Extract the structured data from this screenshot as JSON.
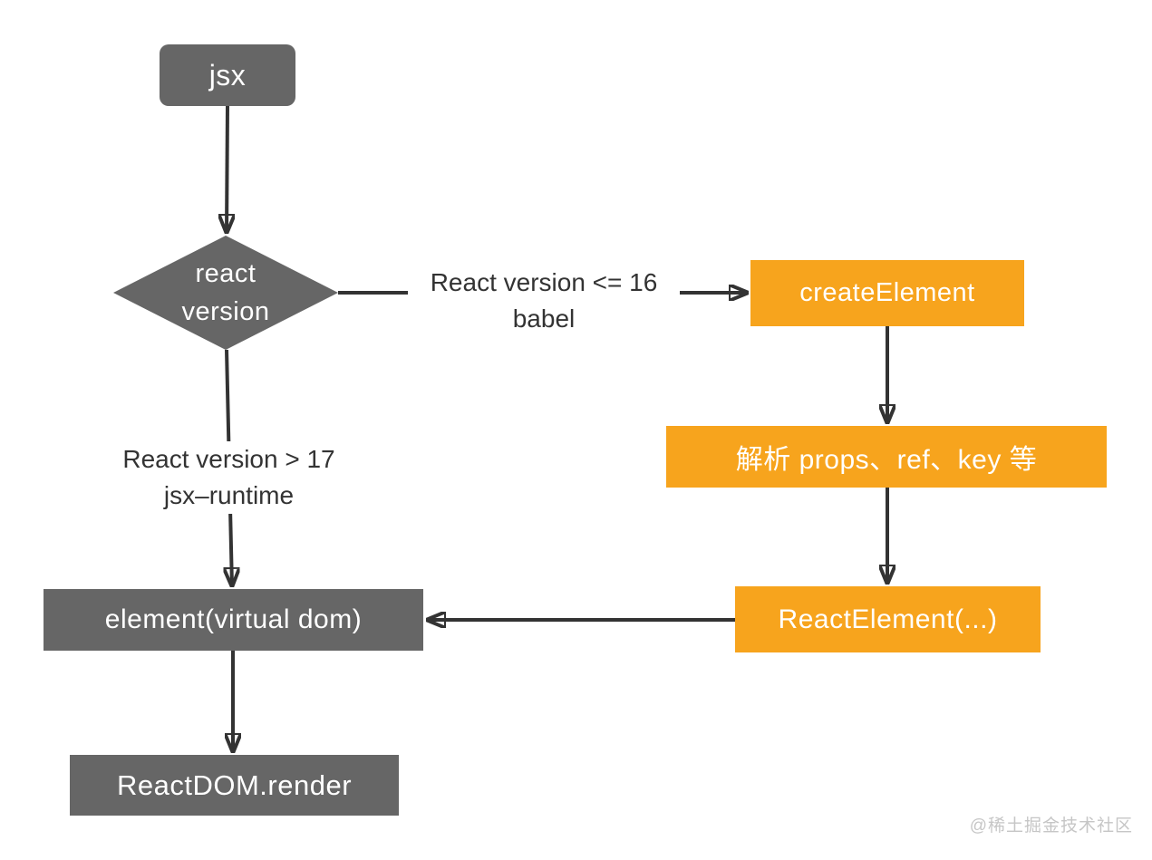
{
  "colors": {
    "gray_node": "#666666",
    "orange_node": "#f7a41d",
    "arrow": "#333333",
    "node_text": "#ffffff",
    "edge_label_text": "#333333",
    "watermark_text": "#c6c6c6",
    "background": "#ffffff"
  },
  "nodes": {
    "jsx": {
      "label": "jsx"
    },
    "react_version": {
      "line1": "react",
      "line2": "version"
    },
    "create_element": {
      "label": "createElement"
    },
    "parse_props": {
      "label": "解析 props、ref、key 等"
    },
    "react_element": {
      "label": "ReactElement(...)"
    },
    "element_virtual_dom": {
      "label": "element(virtual dom)"
    },
    "reactdom_render": {
      "label": "ReactDOM.render"
    }
  },
  "edge_labels": {
    "babel": {
      "line1": "React version <= 16",
      "line2": "babel"
    },
    "jsx_runtime": {
      "line1": "React version > 17",
      "line2": "jsx–runtime"
    }
  },
  "watermark": {
    "text": "@稀土掘金技术社区"
  }
}
